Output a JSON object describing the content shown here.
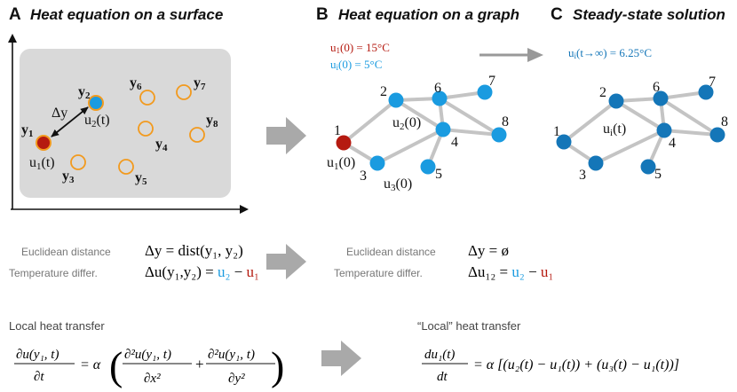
{
  "colors": {
    "red": "#b51a10",
    "light_blue": "#1a9be0",
    "dark_blue": "#1476b8",
    "orange": "#f29a1e",
    "gray_box": "#d9d9d9",
    "edge": "#c4c4c4",
    "arrow": "#a9a9a9",
    "text_gray": "#777777"
  },
  "panels": {
    "a": {
      "letter": "A",
      "title": "Heat equation on a surface",
      "points": [
        {
          "sym": "y",
          "sub": "1"
        },
        {
          "sym": "y",
          "sub": "2"
        },
        {
          "sym": "y",
          "sub": "3"
        },
        {
          "sym": "y",
          "sub": "4"
        },
        {
          "sym": "y",
          "sub": "5"
        },
        {
          "sym": "y",
          "sub": "6"
        },
        {
          "sym": "y",
          "sub": "7"
        },
        {
          "sym": "y",
          "sub": "8"
        }
      ],
      "delta_label": "Δy",
      "u1_label": {
        "u": "u",
        "sub": "1",
        "arg": "(t)"
      },
      "u2_label": {
        "u": "u",
        "sub": "2",
        "arg": "(t)"
      }
    },
    "b": {
      "letter": "B",
      "title": "Heat equation on a graph",
      "init_red": {
        "u": "u",
        "sub": "1",
        "rest": "(0) = 15°C"
      },
      "init_blue": {
        "u": "u",
        "sub": "i",
        "rest": "(0) = 5°C"
      },
      "node_labels": [
        "1",
        "2",
        "3",
        "4",
        "5",
        "6",
        "7",
        "8"
      ],
      "u1": {
        "u": "u",
        "sub": "1",
        "arg": "(0)"
      },
      "u2": {
        "u": "u",
        "sub": "2",
        "arg": "(0)"
      },
      "u3": {
        "u": "u",
        "sub": "3",
        "arg": "(0)"
      }
    },
    "c": {
      "letter": "C",
      "title": "Steady-state solution",
      "steady": {
        "u": "u",
        "sub": "i",
        "rest": "(t→∞) = 6.25°C"
      },
      "node_labels": [
        "1",
        "2",
        "3",
        "4",
        "5",
        "6",
        "7",
        "8"
      ],
      "ui": {
        "u": "u",
        "sub": "i",
        "arg": "(t)"
      }
    }
  },
  "middle": {
    "left": {
      "dist_caption": "Euclidean distance",
      "temp_caption": "Temperature differ.",
      "dist_eq": "Δy = dist(y₁, y₂)",
      "temp_eq_lhs": "Δu(y₁,y₂) = ",
      "temp_eq_u2": "u₂",
      "temp_eq_minus": " − ",
      "temp_eq_u1": "u₁"
    },
    "right": {
      "dist_caption": "Euclidean distance",
      "temp_caption": "Temperature differ.",
      "dist_eq": "Δy = ø",
      "temp_eq_lhs": "Δu₁₂ = ",
      "temp_eq_u2": "u₂",
      "temp_eq_minus": " − ",
      "temp_eq_u1": "u₁"
    }
  },
  "bottom": {
    "left": {
      "title": "Local heat transfer",
      "lhs_num": "∂u(y₁, t)",
      "lhs_den": "∂t",
      "eq": "= α",
      "t1_num": "∂²u(y₁, t)",
      "t1_den": "∂x²",
      "plus": "+",
      "t2_num": "∂²u(y₁, t)",
      "t2_den": "∂y²"
    },
    "right": {
      "title": "“Local” heat transfer",
      "lhs_num": "du₁(t)",
      "lhs_den": "dt",
      "rhs": "= α [(u₂(t) − u₁(t)) + (u₃(t) − u₁(t))]"
    }
  }
}
